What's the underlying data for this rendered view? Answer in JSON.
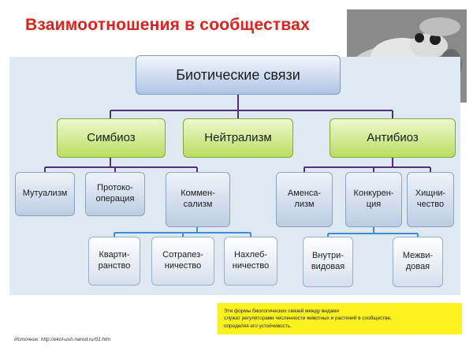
{
  "title": "Взаимоотношения в сообществах",
  "diagram": {
    "root": "Биотические связи",
    "level1": [
      "Симбиоз",
      "Нейтрализм",
      "Антибиоз"
    ],
    "level2": [
      "Мутуализм",
      "Протоко-\nоперация",
      "Коммен-\nсализм",
      "Аменса-\nлизм",
      "Конкурен-\nция",
      "Хищни-\nчество"
    ],
    "level3": [
      "Кварти-\nранство",
      "Сотрапез-\nничество",
      "Нахлеб-\nничество",
      "Внутри-\nвидовая",
      "Межви-\nдовая"
    ]
  },
  "note": [
    "Эти формы биологических связей между видами",
    "служат регуляторами численности животных и растений в сообществе,",
    "определяя его устойчивость."
  ],
  "source": "Источник: http://ekol-ush.narod.ru/01.htm",
  "photo_description": "frog-photo"
}
